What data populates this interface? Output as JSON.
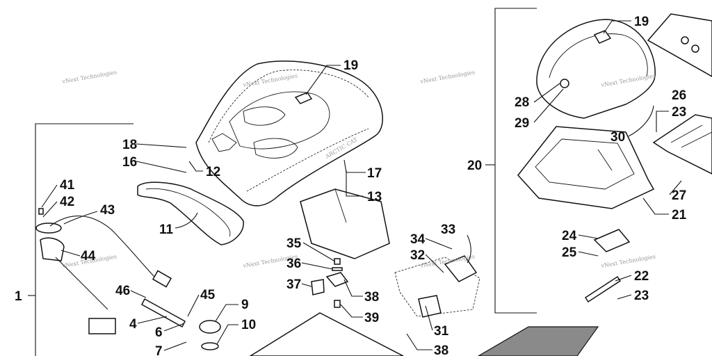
{
  "diagram": {
    "watermark_text": "vNext Technologies",
    "seat_brand_text": "ARCTIC CAT",
    "callouts": {
      "n1": "1",
      "n4": "4",
      "n6": "6",
      "n7": "7",
      "n9": "9",
      "n10": "10",
      "n11": "11",
      "n12": "12",
      "n13": "13",
      "n16": "16",
      "n17": "17",
      "n18": "18",
      "n19a": "19",
      "n19b": "19",
      "n20": "20",
      "n21": "21",
      "n22": "22",
      "n23a": "23",
      "n23b": "23",
      "n24": "24",
      "n25": "25",
      "n26": "26",
      "n27": "27",
      "n28": "28",
      "n29": "29",
      "n30": "30",
      "n31": "31",
      "n32": "32",
      "n33": "33",
      "n34": "34",
      "n35": "35",
      "n36": "36",
      "n37": "37",
      "n38a": "38",
      "n38b": "38",
      "n39": "39",
      "n41": "41",
      "n42": "42",
      "n43": "43",
      "n44": "44",
      "n45": "45",
      "n46": "46"
    }
  }
}
